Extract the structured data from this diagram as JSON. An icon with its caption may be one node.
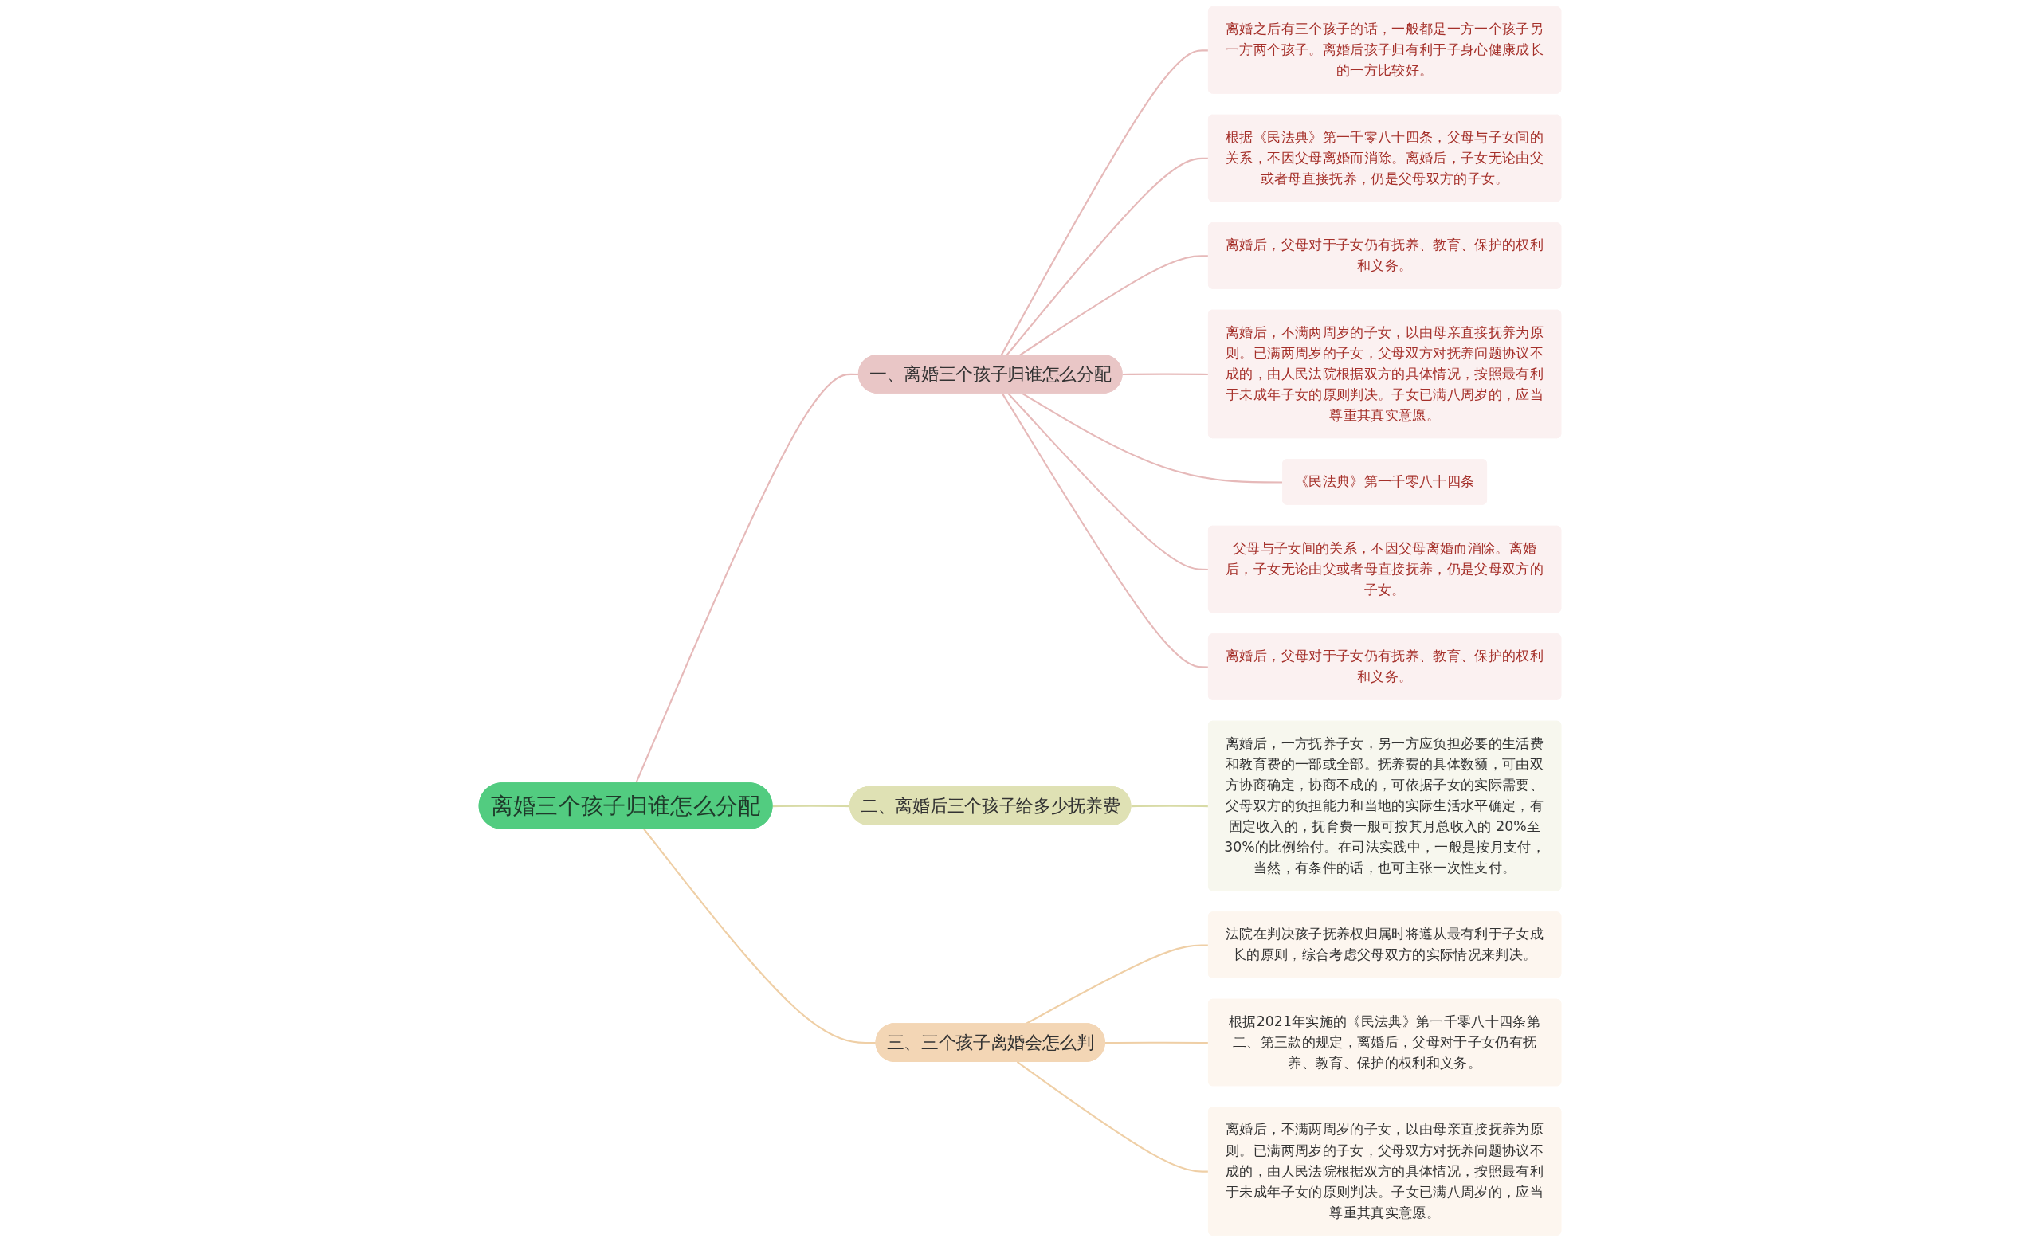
{
  "diagram": {
    "nodes": [
      {
        "text": [
          "离婚三个孩子归谁怎么分配"
        ]
      },
      {
        "text": [
          "一、离婚三个孩子归谁怎么分配"
        ]
      },
      {
        "text": [
          "离婚之后有三个孩子的话，一般都是一方一个孩子另一方两个孩子。离婚后孩子归有利于子身心健康成长的一方比较好。"
        ]
      },
      {
        "text": [
          "根据《民法典》第一千零八十四条，父母与子女间的关系，不因父母离婚而消除。离婚后，子女无论由父或者母直接抚养，仍是父母双方的子女。"
        ]
      },
      {
        "text": [
          "离婚后，父母对于子女仍有抚养、教育、保护的权利和义务。"
        ]
      },
      {
        "text": [
          "离婚后，不满两周岁的子女，以由母亲直接抚养为原则。已满两周岁的子女，父母双方对抚养问题协议不成的，由人民法院根据双方的具体情况，按照最有利于未成年子女的原则判决。子女已满八周岁的，应当尊重其真实意愿。"
        ]
      },
      {
        "text": [
          "《民法典》第一千零八十四条"
        ]
      },
      {
        "text": [
          "父母与子女间的关系，不因父母离婚而消除。离婚后，子女无论由父或者母直接抚养，仍是父母双方的子女。"
        ]
      },
      {
        "text": [
          "离婚后，父母对于子女仍有抚养、教育、保护的权利和义务。"
        ]
      },
      {
        "text": [
          "二、离婚后三个孩子给多少抚养费"
        ]
      },
      {
        "text": [
          "离婚后，一方抚养子女，另一方应负担必要的生活费和教育费的一部或全部。抚养费的具体数额，可由双方协商确定，协商不成的，可依据子女的实际需要、父母双方的负担能力和当地的实际生活水平确定，有固定收入的，抚育费一般可按其月总收入的 20%至30%的比例给付。在司法实践中，一般是按月支付，当然，有条件的话，也可主张一次性支付。"
        ]
      },
      {
        "text": [
          "三、三个孩子离婚会怎么判"
        ]
      },
      {
        "text": [
          "法院在判决孩子抚养权归属时将遵从最有利于子女成长的原则，综合考虑父母双方的实际情况来判决。"
        ]
      },
      {
        "text": [
          "根据2021年实施的《民法典》第一千零八十四条第二、第三款的规定，离婚后，父母对于子女仍有抚养、教育、保护的权利和义务。"
        ]
      },
      {
        "text": [
          "离婚后，不满两周岁的子女，以由母亲直接抚养为原则。已满两周岁的子女，父母双方对抚养问题协议不成的，由人民法院根据双方的具体情况，按照最有利于未成年子女的原则判决。子女已满八周岁的，应当尊重其真实意愿。"
        ]
      }
    ],
    "edges": [
      {
        "from": 0,
        "to": 1,
        "arrow": "none",
        "color": "#e6b9b9"
      },
      {
        "from": 1,
        "to": 2,
        "arrow": "none",
        "color": "#e6b9b9"
      },
      {
        "from": 1,
        "to": 3,
        "arrow": "none",
        "color": "#e6b9b9"
      },
      {
        "from": 1,
        "to": 4,
        "arrow": "none",
        "color": "#e6b9b9"
      },
      {
        "from": 1,
        "to": 5,
        "arrow": "none",
        "color": "#e6b9b9"
      },
      {
        "from": 1,
        "to": 6,
        "arrow": "none",
        "color": "#e6b9b9"
      },
      {
        "from": 1,
        "to": 7,
        "arrow": "none",
        "color": "#e6b9b9"
      },
      {
        "from": 1,
        "to": 8,
        "arrow": "none",
        "color": "#e6b9b9"
      },
      {
        "from": 0,
        "to": 9,
        "arrow": "none",
        "color": "#d8dba6"
      },
      {
        "from": 9,
        "to": 10,
        "arrow": "none",
        "color": "#d8dba6"
      },
      {
        "from": 0,
        "to": 11,
        "arrow": "none",
        "color": "#efcfa6"
      },
      {
        "from": 11,
        "to": 12,
        "arrow": "none",
        "color": "#efcfa6"
      },
      {
        "from": 11,
        "to": 13,
        "arrow": "none",
        "color": "#efcfa6"
      },
      {
        "from": 11,
        "to": 14,
        "arrow": "none",
        "color": "#efcfa6"
      }
    ]
  }
}
